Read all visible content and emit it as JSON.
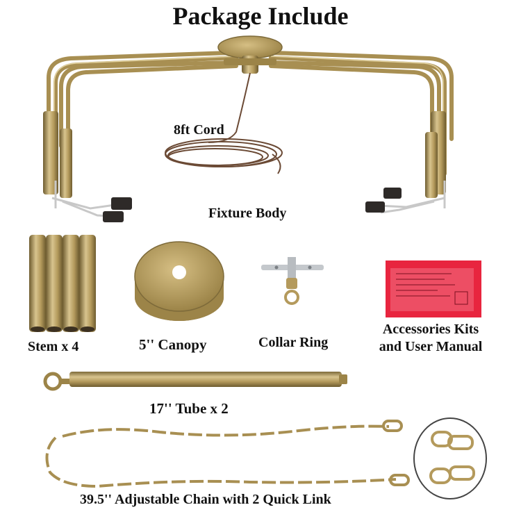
{
  "title": "Package Include",
  "labels": {
    "cord": "8ft Cord",
    "fixture_body": "Fixture Body",
    "stem": "Stem x 4",
    "canopy": "5'' Canopy",
    "collar_ring": "Collar Ring",
    "accessories_line1": "Accessories Kits",
    "accessories_line2": "and User Manual",
    "tube": "17'' Tube x 2",
    "chain": "39.5'' Adjustable Chain with 2 Quick Link"
  },
  "colors": {
    "brass": "#b49a5c",
    "brass_dark": "#7d6a3a",
    "brass_light": "#d8c48e",
    "cord": "#6b4a35",
    "socket": "#2e2a28",
    "bag": "#e8253f"
  }
}
